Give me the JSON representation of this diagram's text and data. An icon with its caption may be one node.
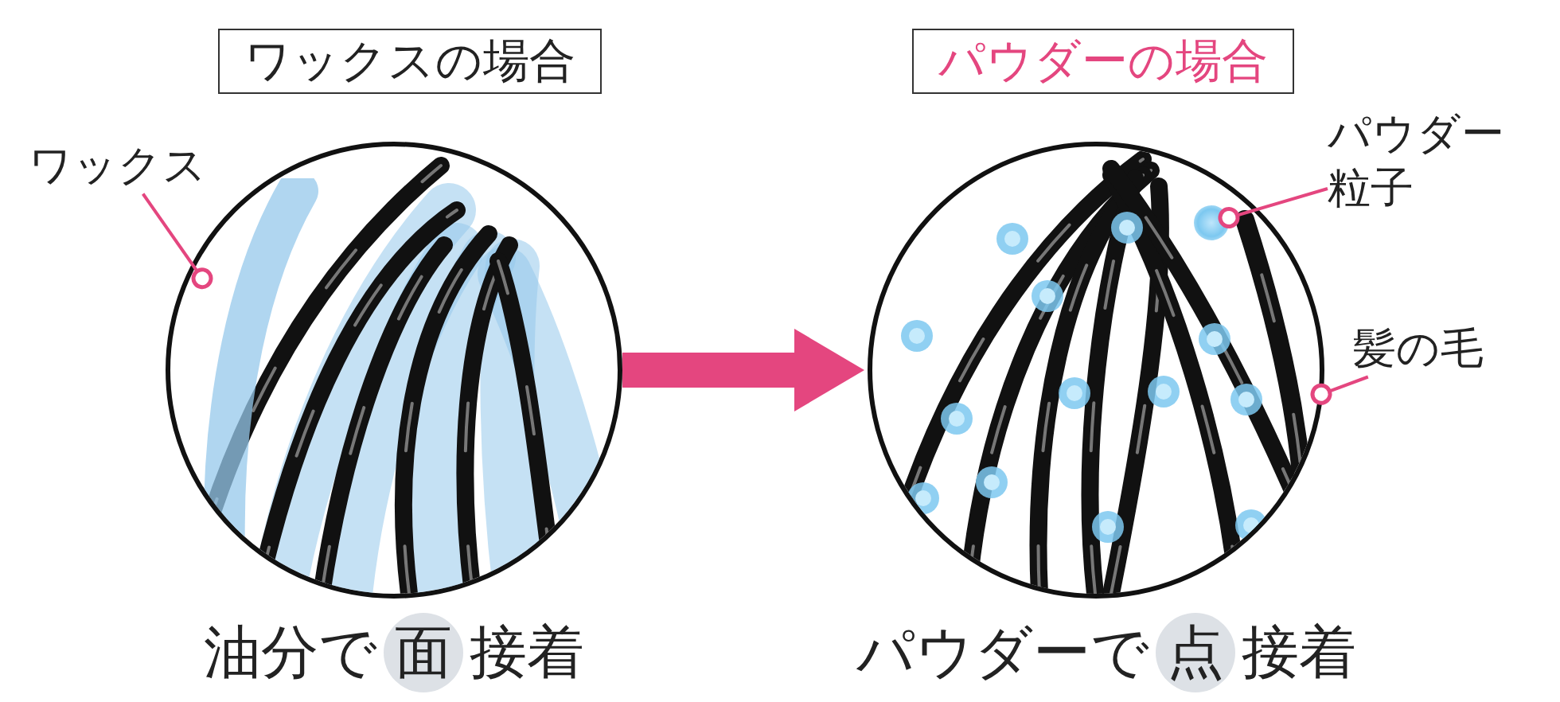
{
  "diagram": {
    "nodes": [
      {
        "text": [
          "ワックスの場合"
        ]
      },
      {
        "text": [
          "パウダーの場合"
        ]
      },
      {
        "text": [],
        "shape": "circle",
        "beside": [
          "油分で",
          "面",
          "接着"
        ]
      },
      {
        "text": [
          "ワックス"
        ]
      },
      {
        "text": [],
        "shape": "picture",
        "in": 2
      },
      {
        "text": [],
        "shape": "circle",
        "beside": [
          "パウダーで",
          "点",
          "接着"
        ]
      },
      {
        "text": [
          "パウダー粒子"
        ]
      },
      {
        "text": [],
        "shape": "circle",
        "in": 5
      },
      {
        "text": [
          "髪の毛"
        ]
      },
      {
        "text": [],
        "shape": "picture",
        "in": 5
      }
    ],
    "edges": [
      {
        "from": 2,
        "to": 5,
        "arrow": "to",
        "style": "thick"
      },
      {
        "from": 3,
        "to": 4,
        "arrow": "other"
      },
      {
        "from": 6,
        "to": 7,
        "arrow": "other"
      },
      {
        "from": 8,
        "to": 9,
        "arrow": "other"
      }
    ]
  }
}
